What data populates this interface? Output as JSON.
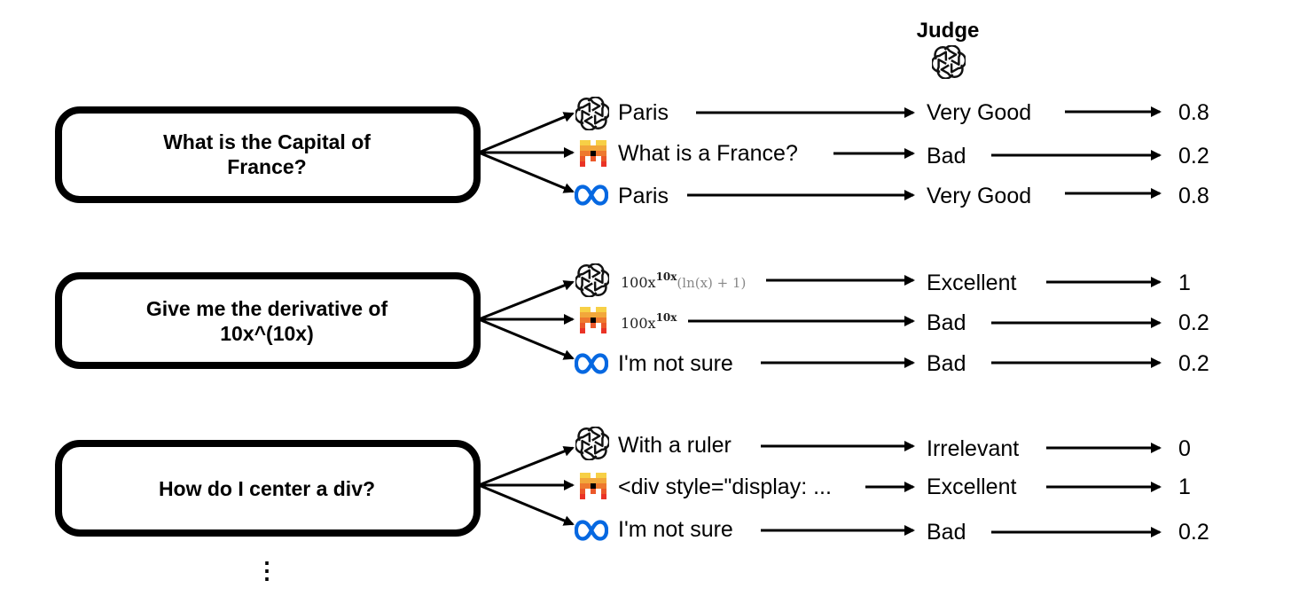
{
  "judge": {
    "label": "Judge",
    "icon": "openai-logo-icon"
  },
  "model_icons": [
    "openai-logo-icon",
    "mistral-logo-icon",
    "meta-logo-icon"
  ],
  "colors": {
    "meta_blue": "#0668E1",
    "mistral_colors": [
      "#F7D046",
      "#F2A73B",
      "#EE792F",
      "#EB5829",
      "#EA3326"
    ]
  },
  "groups": [
    {
      "question_lines": [
        "What is the Capital of",
        "France?"
      ],
      "responses": [
        {
          "model": "openai",
          "text": "Paris",
          "grade": "Very Good",
          "score": "0.8"
        },
        {
          "model": "mistral",
          "text": "What is a France?",
          "grade": "Bad",
          "score": "0.2"
        },
        {
          "model": "meta",
          "text": "Paris",
          "grade": "Very Good",
          "score": "0.8"
        }
      ]
    },
    {
      "question_lines": [
        "Give me the derivative of",
        "10x^(10x)"
      ],
      "responses": [
        {
          "model": "openai",
          "math": {
            "base": "100x",
            "exp": "10x",
            "tail": "(ln(x) + 1)"
          },
          "grade": "Excellent",
          "score": "1"
        },
        {
          "model": "mistral",
          "math": {
            "base": "100x",
            "exp": "10x",
            "tail": ""
          },
          "grade": "Bad",
          "score": "0.2"
        },
        {
          "model": "meta",
          "text": "I'm not sure",
          "grade": "Bad",
          "score": "0.2"
        }
      ]
    },
    {
      "question_lines": [
        "How do I center a div?"
      ],
      "responses": [
        {
          "model": "openai",
          "text": "With a ruler",
          "grade": "Irrelevant",
          "score": "0"
        },
        {
          "model": "mistral",
          "text": "<div style=\"display: ...",
          "grade": "Excellent",
          "score": "1"
        },
        {
          "model": "meta",
          "text": "I'm not sure",
          "grade": "Bad",
          "score": "0.2"
        }
      ]
    }
  ],
  "continuation": "⋮"
}
